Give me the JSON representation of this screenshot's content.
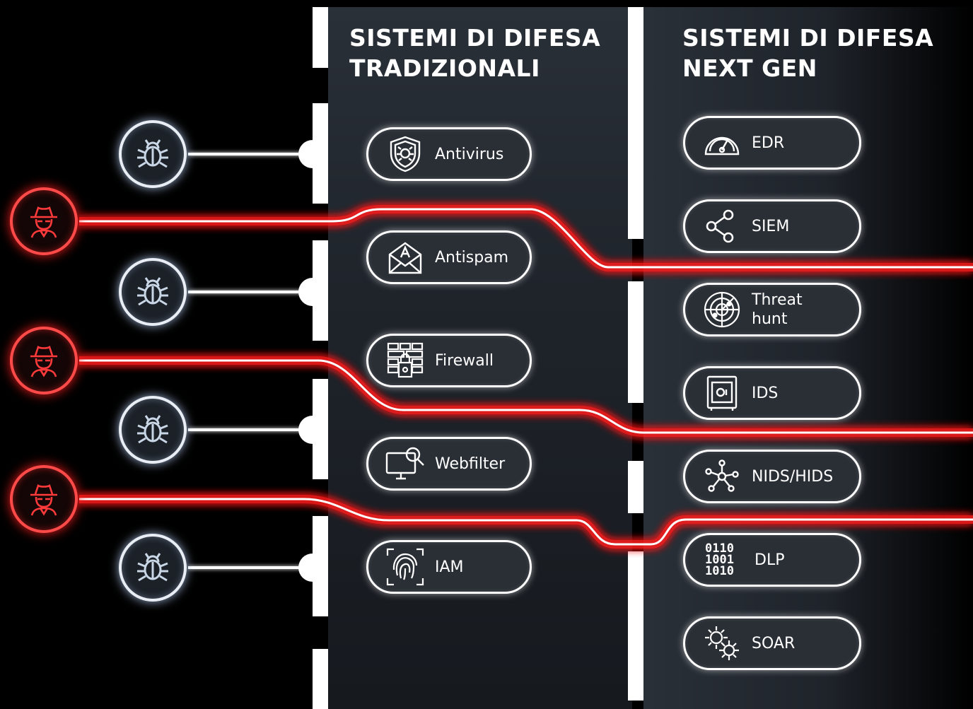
{
  "colors": {
    "threat_red": "#ff2020",
    "defense_white": "#ffffff",
    "panel_dark": "#23282f"
  },
  "columns": {
    "traditional": {
      "title": "SISTEMI DI DIFESA\nTRADIZIONALI",
      "items": [
        {
          "label": "Antivirus",
          "icon": "antivirus-shield-icon"
        },
        {
          "label": "Antispam",
          "icon": "spam-envelope-icon"
        },
        {
          "label": "Firewall",
          "icon": "firewall-brick-icon"
        },
        {
          "label": "Webfilter",
          "icon": "monitor-search-icon"
        },
        {
          "label": "IAM",
          "icon": "fingerprint-icon"
        }
      ]
    },
    "next_gen": {
      "title": "SISTEMI DI DIFESA\nNEXT GEN",
      "items": [
        {
          "label": "EDR",
          "icon": "speedometer-icon"
        },
        {
          "label": "SIEM",
          "icon": "share-nodes-icon"
        },
        {
          "label": "Threat\nhunt",
          "icon": "radar-icon"
        },
        {
          "label": "IDS",
          "icon": "safe-icon"
        },
        {
          "label": "NIDS/HIDS",
          "icon": "network-hub-icon"
        },
        {
          "label": "DLP",
          "icon": "binary-data-icon",
          "binary_text": [
            "0110",
            "1001",
            "1010"
          ]
        },
        {
          "label": "SOAR",
          "icon": "gears-icon"
        }
      ]
    }
  },
  "threats": {
    "bugs": [
      {
        "icon": "bug-icon",
        "blocked_by": "Antivirus"
      },
      {
        "icon": "bug-icon",
        "blocked_by": "Antispam"
      },
      {
        "icon": "bug-icon",
        "blocked_by": "Firewall"
      },
      {
        "icon": "bug-icon",
        "blocked_by": "IAM"
      }
    ],
    "hackers": [
      {
        "icon": "hacker-icon",
        "passes_through": true
      },
      {
        "icon": "hacker-icon",
        "passes_through": true
      },
      {
        "icon": "hacker-icon",
        "passes_through": true
      }
    ]
  }
}
